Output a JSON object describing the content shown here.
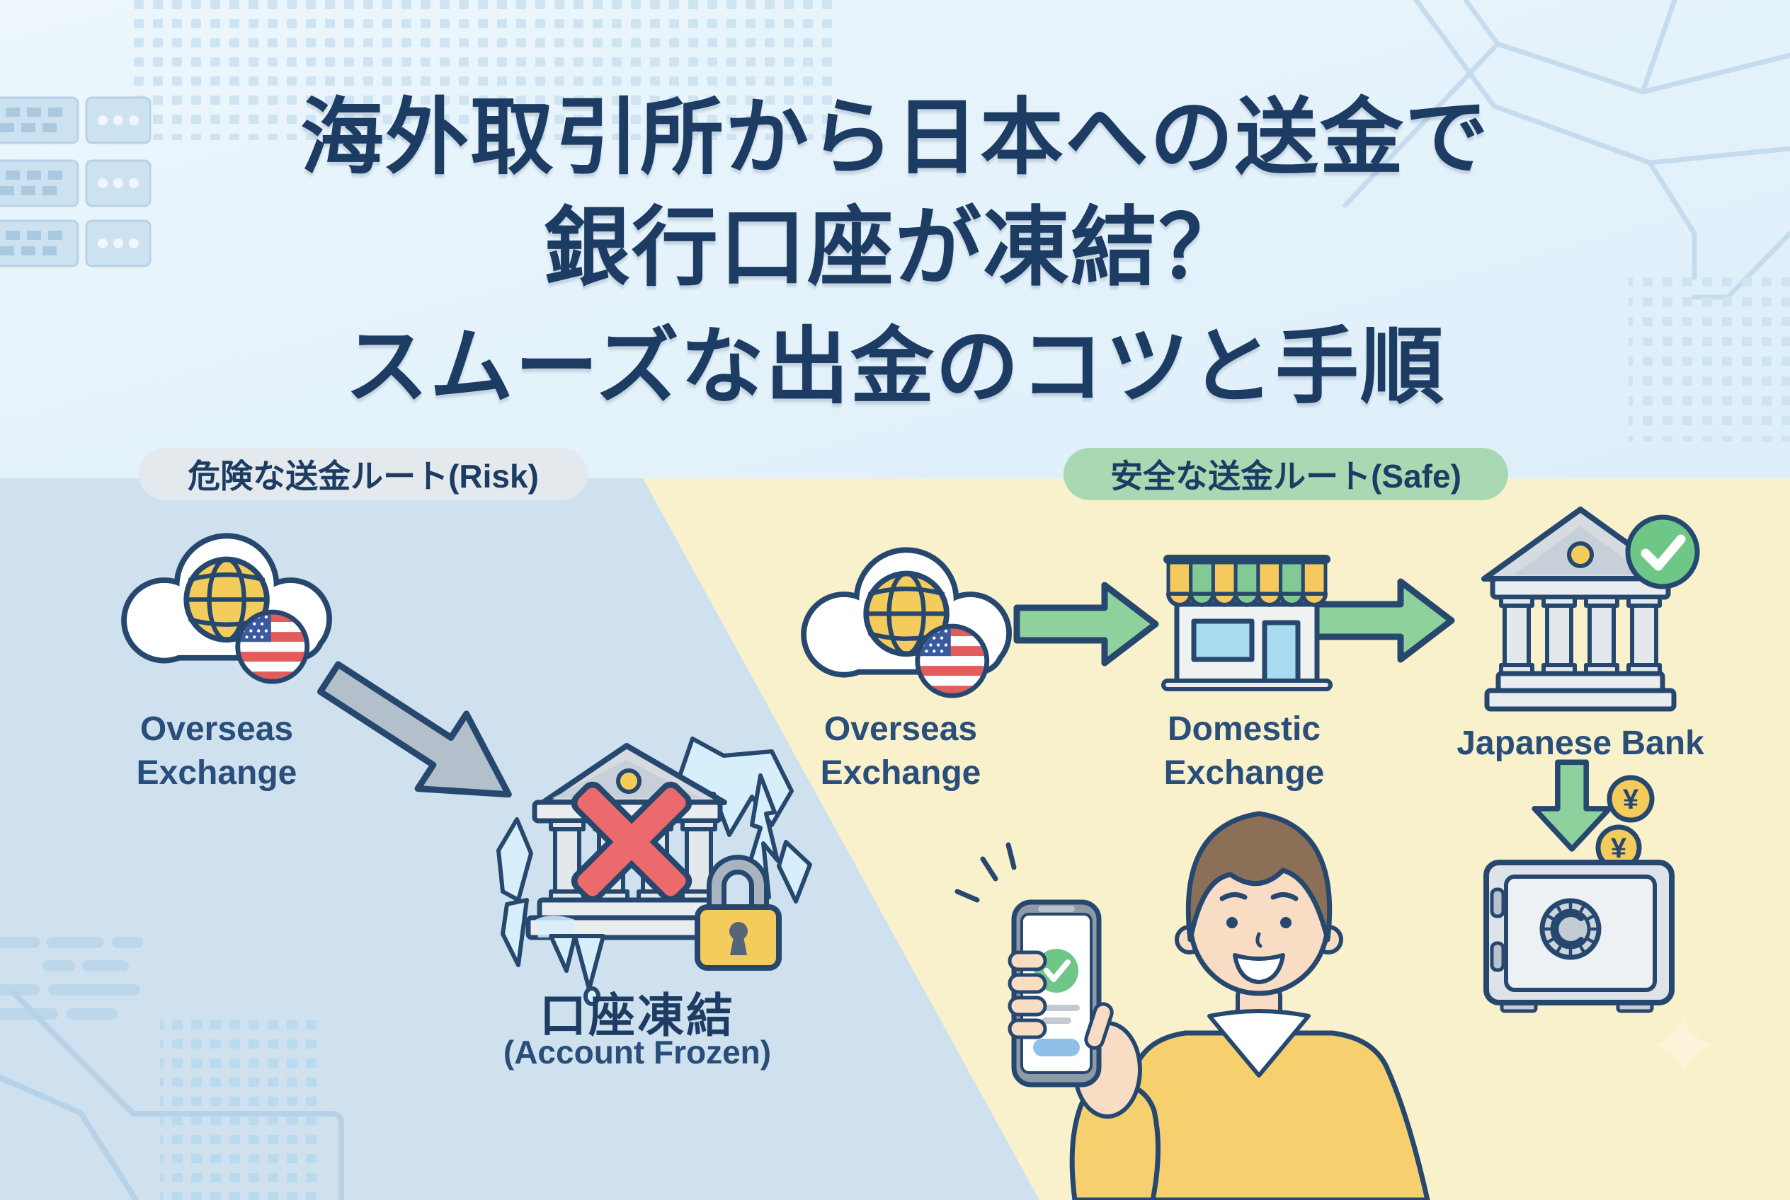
{
  "title": {
    "line1": "海外取引所から日本への送金で",
    "line2": "銀行口座が凍結？",
    "line3": "スムーズな出金のコツと手順"
  },
  "badges": {
    "risk": "危険な送金ルート(Risk)",
    "safe": "安全な送金ルート(Safe)"
  },
  "labels": {
    "overseas_line1": "Overseas",
    "overseas_line2": "Exchange",
    "domestic_line1": "Domestic",
    "domestic_line2": "Exchange",
    "japanese_bank": "Japanese Bank",
    "frozen_title": "口座凍結",
    "frozen_subtitle": "(Account Frozen)",
    "yen": "¥"
  },
  "icons": {
    "overseas_exchange": "cloud-globe-us-flag-icon",
    "risk_arrow": "gray-down-right-arrow-icon",
    "frozen_bank": "bank-with-red-x-ice-padlock-icon",
    "safe_arrow": "green-right-arrow-icon",
    "domestic_exchange": "storefront-awning-icon",
    "japanese_bank": "bank-with-green-check-icon",
    "withdraw_arrow": "green-down-arrow-icon",
    "yen_coin": "yen-coin-icon",
    "vault": "safe-with-dial-icon",
    "person": "man-holding-phone-with-check-icon"
  },
  "colors": {
    "title_navy": "#1d3c63",
    "outline_navy": "#26486f",
    "text_navy": "#2a4e7a",
    "risk_zone_bg": "#cfe0ef",
    "safe_zone_bg": "#f9f1cc",
    "risk_pill_bg": "#e3e9ed",
    "safe_pill_bg": "#a9d9b2",
    "danger_red": "#ed6a6c",
    "success_green": "#6ec687",
    "arrow_green": "#8fd19d",
    "arrow_gray": "#b3bfca",
    "accent_yellow": "#f3cc5b",
    "coin_yellow": "#f6d368",
    "flag_red": "#e25c5c",
    "flag_blue": "#3a5aa0",
    "ice_blue": "#d7effb",
    "awning_yellow": "#f6c95f",
    "awning_green": "#83c993",
    "window_blue": "#a8daf0",
    "skin": "#f8dcc4",
    "hair_brown": "#8b7057",
    "sweater_yellow": "#f6d06e",
    "phone_gray": "#8e9aa7",
    "decor_blue": "#c5dcee"
  }
}
